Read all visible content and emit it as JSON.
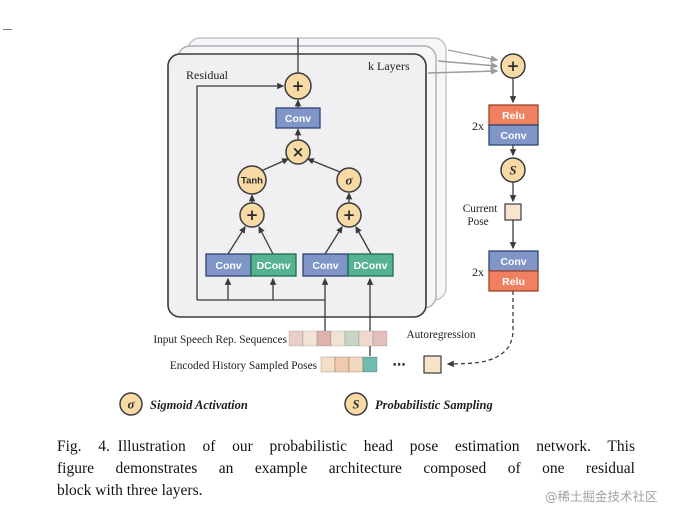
{
  "figure": {
    "residual_label": "Residual",
    "k_layers_label": "k Layers",
    "plus_symbol": "+",
    "multiply_symbol": "×",
    "conv_label": "Conv",
    "dconv_label": "DConv",
    "relu_label": "Relu",
    "tanh_label": "Tanh",
    "sigma_symbol": "σ",
    "sampling_symbol": "S",
    "two_x_label": "2x",
    "current_pose_line1": "Current",
    "current_pose_line2": "Pose",
    "autoregression_label": "Autoregression",
    "input_speech_label": "Input Speech Rep. Sequences",
    "encoded_history_label": "Encoded History Sampled Poses",
    "ellipsis": "⋯"
  },
  "legend": {
    "sigma_symbol": "σ",
    "sigma_label": "Sigmoid Activation",
    "sampling_symbol": "S",
    "sampling_label": "Probabilistic Sampling"
  },
  "caption": {
    "lines": [
      "Fig. 4. Illustration of our probabilistic head pose estimation network. This",
      "figure demonstrates an example architecture composed of one residual",
      "block with three layers."
    ]
  },
  "watermark": "@稀土掘金技术社区",
  "colors": {
    "node_fill": "#F7DAA4",
    "conv_fill": "#8095C8",
    "dconv_fill": "#55B293",
    "relu_fill": "#EF8160",
    "layer_front_fill": "#F0F0F2",
    "layer_back_fill": "#F6F6F8",
    "pose_square_fill": "#F8E5CE",
    "autoreg_square_fill": "#F8E3C9",
    "speech_squares": [
      "#E9CEC8",
      "#F2E5D8",
      "#DDB3AE",
      "#F0E3D6",
      "#C6D5C4",
      "#EFD9CE",
      "#E2BFBA"
    ],
    "history_squares": [
      "#F5DEC6",
      "#EFCBAE",
      "#F2D8BE",
      "#6FBDB0"
    ]
  }
}
